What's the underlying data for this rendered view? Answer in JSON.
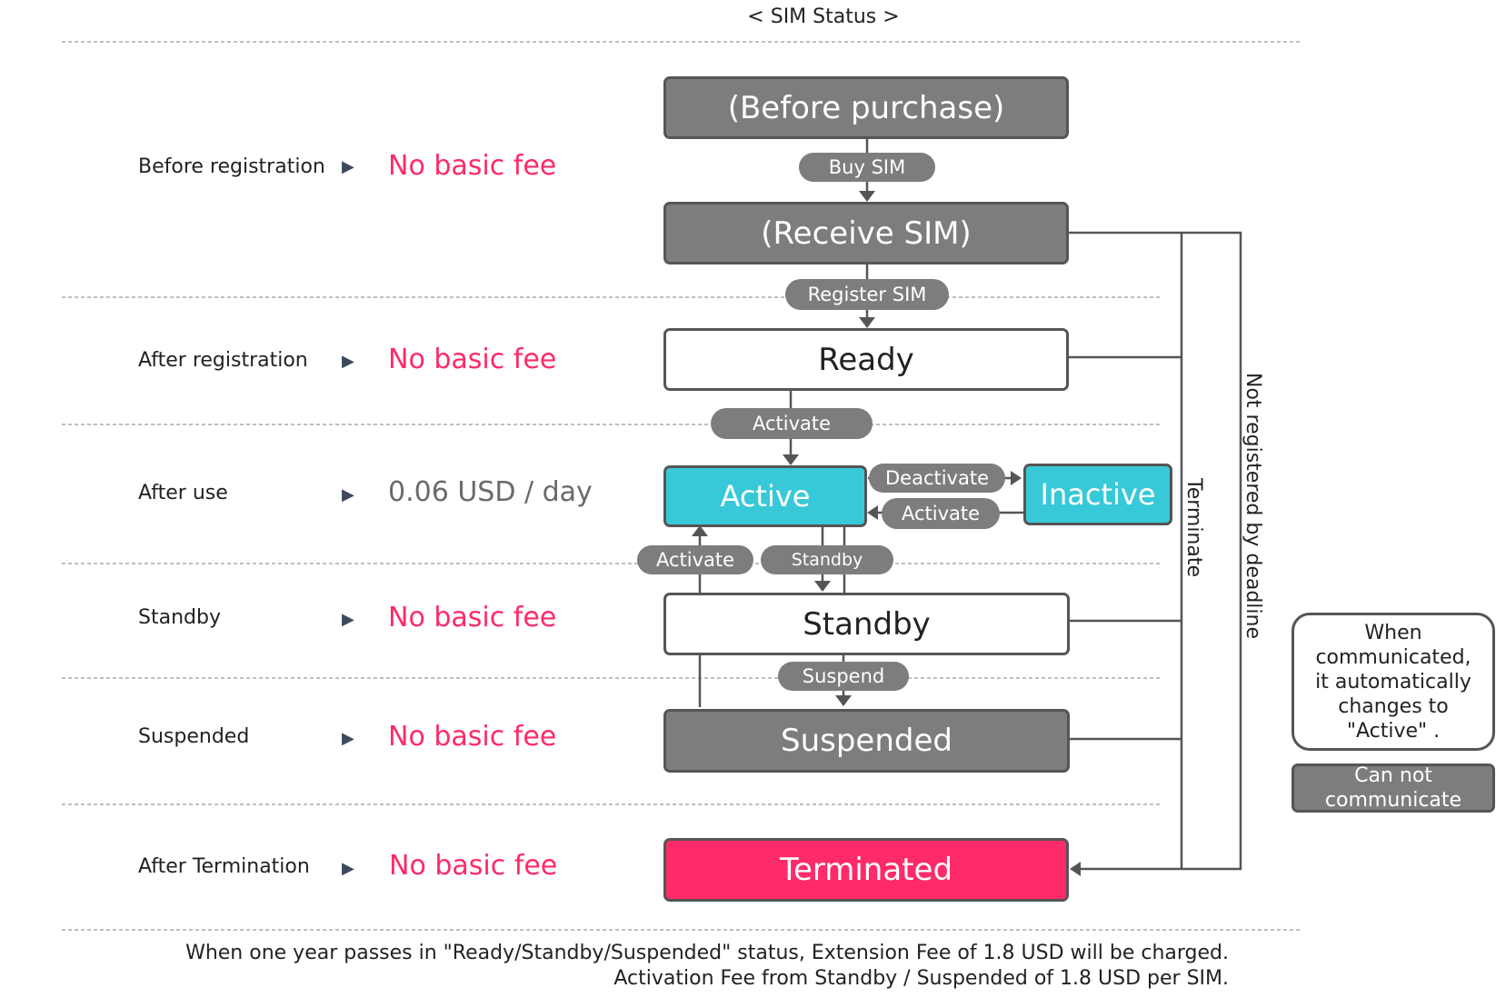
{
  "header": {
    "title": "< SIM Status >"
  },
  "rows": [
    {
      "label": "Before registration",
      "fee": "No basic fee"
    },
    {
      "label": "After registration",
      "fee": "No basic fee"
    },
    {
      "label": "After use",
      "fee": "0.06 USD / day"
    },
    {
      "label": "Standby",
      "fee": "No basic fee"
    },
    {
      "label": "Suspended",
      "fee": "No basic fee"
    },
    {
      "label": "After Termination",
      "fee": "No basic fee"
    }
  ],
  "row_arrow_glyph": "▶",
  "states": {
    "before_purchase": "(Before purchase)",
    "receive_sim": "(Receive SIM)",
    "ready": "Ready",
    "active": "Active",
    "inactive": "Inactive",
    "standby": "Standby",
    "suspended": "Suspended",
    "terminated": "Terminated"
  },
  "transitions": {
    "buy_sim": "Buy SIM",
    "register_sim": "Register SIM",
    "activate_from_ready": "Activate",
    "deactivate": "Deactivate",
    "activate_from_inactive": "Activate",
    "activate_from_standby": "Activate",
    "standby": "Standby",
    "suspend": "Suspend",
    "terminate": "Terminate",
    "not_registered_by_deadline": "Not registered by deadline"
  },
  "legend": {
    "auto_active_lines": [
      "When",
      "communicated,",
      "it automatically",
      "changes to",
      "\"Active\" ."
    ],
    "cannot_communicate_lines": [
      "Can not",
      "communicate"
    ]
  },
  "footnotes": [
    "When one year passes in \"Ready/Standby/Suspended\" status, Extension Fee of 1.8 USD will be charged.",
    "Activation Fee from Standby / Suspended of 1.8 USD per SIM."
  ],
  "colors": {
    "fee_highlight": "#ff2a68",
    "fee_neutral": "#6a6a6a",
    "box_gray": "#7d7d7d",
    "box_teal": "#38c9d8",
    "box_terminated": "#ff2a68",
    "border": "#555555",
    "row_arrow": "#3e4a5c"
  }
}
